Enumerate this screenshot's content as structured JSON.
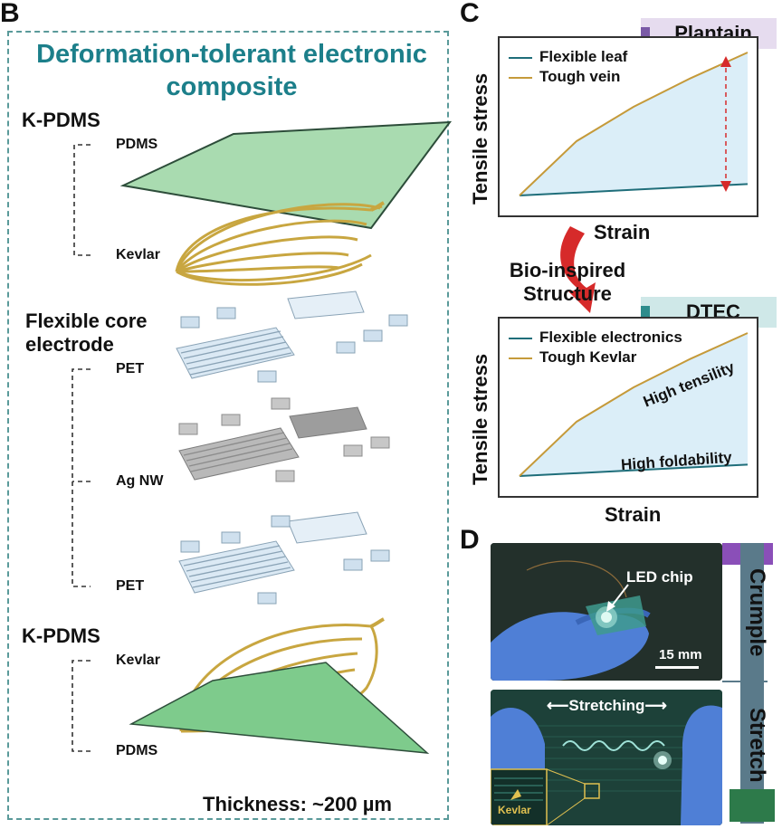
{
  "panels": {
    "B": {
      "letter": "B",
      "title_line1": "Deformation-tolerant electronic",
      "title_line2": "composite",
      "top_group": "K-PDMS",
      "top_pdms": "PDMS",
      "top_kevlar": "Kevlar",
      "core_line1": "Flexible core",
      "core_line2": "electrode",
      "pet_top": "PET",
      "agnw": "Ag NW",
      "pet_bottom": "PET",
      "bottom_group": "K-PDMS",
      "bottom_kevlar": "Kevlar",
      "bottom_pdms": "PDMS",
      "thickness": "Thickness: ~200 µm"
    },
    "C": {
      "letter": "C",
      "top_tag": "Plantain",
      "top_legend": [
        "Flexible leaf",
        "Tough vein"
      ],
      "middle_line1": "Bio-inspired",
      "middle_line2": "Structure",
      "bottom_tag": "DTEC",
      "bottom_legend": [
        "Flexible electronics",
        "Tough Kevlar"
      ],
      "annot_high_tensility": "High tensility",
      "annot_high_foldability": "High foldability"
    },
    "D": {
      "letter": "D",
      "led_label": "LED chip",
      "scale_label": "15 mm",
      "stretching_label": "Stretching",
      "kevlar_label": "Kevlar",
      "side_crumple": "Crumple",
      "side_stretch": "Stretch"
    }
  },
  "chart_data": [
    {
      "type": "line",
      "title": "",
      "xlabel": "Strain",
      "ylabel": "Tensile stress",
      "series": [
        {
          "name": "Flexible leaf",
          "x": [
            0,
            0.25,
            0.5,
            0.75,
            1.0
          ],
          "values": [
            0,
            0.02,
            0.04,
            0.06,
            0.08
          ]
        },
        {
          "name": "Tough vein",
          "x": [
            0,
            0.25,
            0.5,
            0.75,
            1.0
          ],
          "values": [
            0,
            0.38,
            0.62,
            0.82,
            1.0
          ]
        }
      ],
      "legend": "top-left",
      "grid": false,
      "colors": [
        "#1f6e7a",
        "#c59a3a"
      ]
    },
    {
      "type": "line",
      "title": "",
      "xlabel": "Strain",
      "ylabel": "Tensile stress",
      "series": [
        {
          "name": "Flexible electronics",
          "x": [
            0,
            0.25,
            0.5,
            0.75,
            1.0
          ],
          "values": [
            0,
            0.02,
            0.04,
            0.06,
            0.08
          ]
        },
        {
          "name": "Tough Kevlar",
          "x": [
            0,
            0.25,
            0.5,
            0.75,
            1.0
          ],
          "values": [
            0,
            0.38,
            0.62,
            0.82,
            1.0
          ]
        }
      ],
      "legend": "top-left",
      "grid": false,
      "colors": [
        "#1f6e7a",
        "#c59a3a"
      ]
    }
  ],
  "colors": {
    "teal_title": "#1c7f8a",
    "plantain_tag": "#e6dcef",
    "plantain_accent": "#7a5aa6",
    "dtec_tag": "#cfe8e8",
    "dtec_accent": "#2e8c8c",
    "fill_area": "#dbeef8",
    "kevlar_gold": "#c8a640",
    "pdms_green": "#9fd6a8",
    "arrow_red": "#d62a2a",
    "crumple_bar": "#8a4fb8",
    "stretch_bar": "#2d7a4a"
  }
}
